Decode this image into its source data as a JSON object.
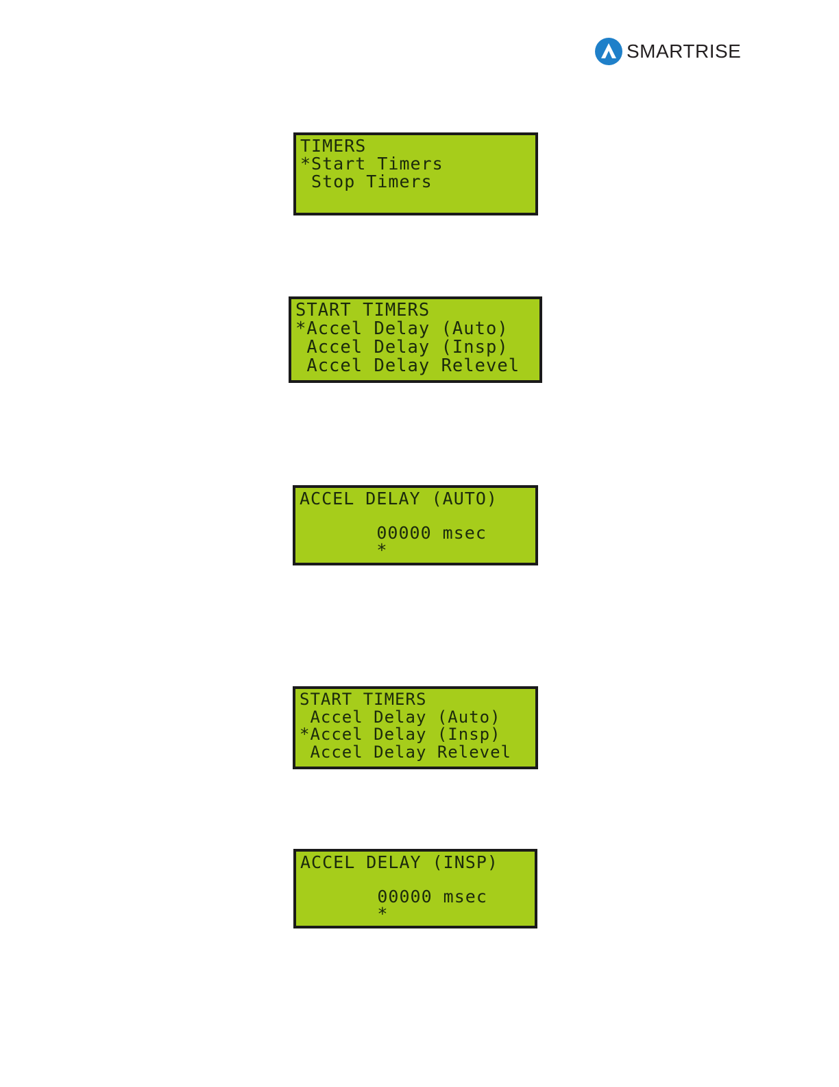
{
  "brand": {
    "name": "SMARTRISE",
    "color": "#1f80c9"
  },
  "lcd_color": "#a6cd1b",
  "screens": [
    {
      "lines": [
        "TIMERS",
        "*Start Timers",
        " Stop Timers",
        ""
      ]
    },
    {
      "lines": [
        "START TIMERS",
        "*Accel Delay (Auto)",
        " Accel Delay (Insp)",
        " Accel Delay Relevel"
      ]
    },
    {
      "lines": [
        "ACCEL DELAY (AUTO)",
        "",
        "       00000 msec",
        "       *"
      ]
    },
    {
      "lines": [
        "START TIMERS",
        " Accel Delay (Auto)",
        "*Accel Delay (Insp)",
        " Accel Delay Relevel"
      ]
    },
    {
      "lines": [
        "ACCEL DELAY (INSP)",
        "",
        "       00000 msec",
        "       *"
      ]
    }
  ]
}
